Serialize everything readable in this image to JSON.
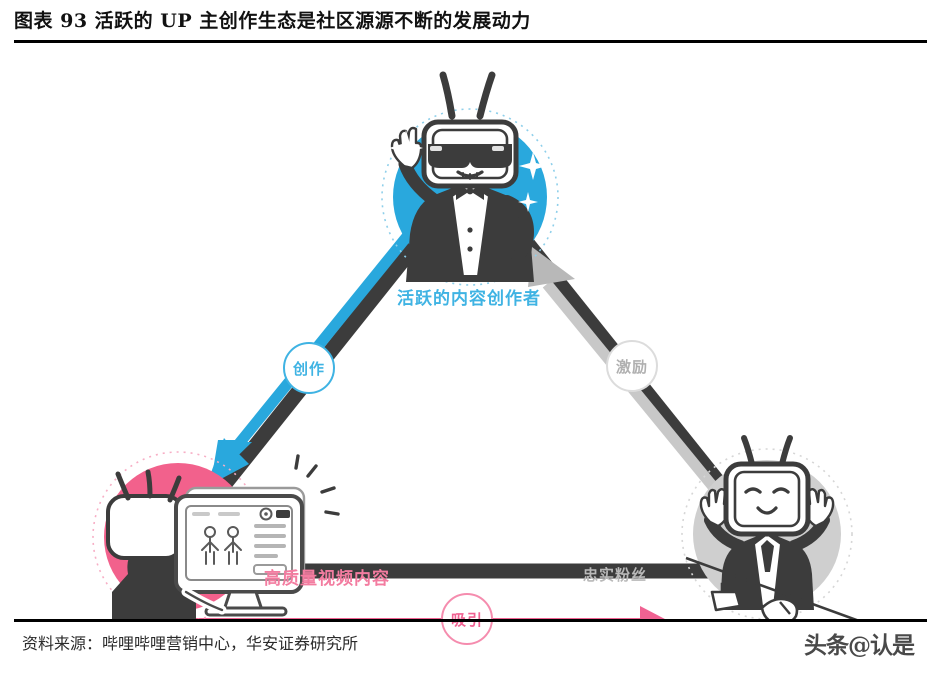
{
  "header": {
    "title": "图表 93 活跃的 UP 主创作生态是社区源源不断的发展动力"
  },
  "footer": {
    "source": "资料来源：哔哩哔哩营销中心，华安证券研究所",
    "watermark": "头条@认是"
  },
  "colors": {
    "blue": "#29a8dd",
    "blue_light": "#3fb3e3",
    "pink": "#f2618c",
    "pink_light": "#f37ca0",
    "gray": "#cfcfcf",
    "gray_label": "#b9b9b9",
    "dark": "#3c3c3c",
    "black": "#000000",
    "white": "#ffffff"
  },
  "diagram": {
    "type": "cycle-triangle",
    "nodes": [
      {
        "id": "creator",
        "label": "活跃的内容创作者",
        "color": "#29a8dd",
        "label_color": "#3fb3e3",
        "position": "top",
        "icon": "mascot-sunglasses-tuxedo-icon"
      },
      {
        "id": "content",
        "label": "高质量视频内容",
        "color": "#f2618c",
        "label_color": "#f37ca0",
        "position": "bottom-left",
        "icon": "mascot-at-computer-icon"
      },
      {
        "id": "fans",
        "label": "忠实粉丝",
        "color": "#cfcfcf",
        "label_color": "#b9b9b9",
        "position": "bottom-right",
        "icon": "mascot-happy-cheering-icon"
      }
    ],
    "edges": [
      {
        "id": "create",
        "label": "创作",
        "from": "creator",
        "to": "content",
        "color": "#3fb3e3",
        "direction": "down-left"
      },
      {
        "id": "attract",
        "label": "吸引",
        "from": "content",
        "to": "fans",
        "color": "#f06292",
        "direction": "right"
      },
      {
        "id": "reward",
        "label": "激励",
        "from": "fans",
        "to": "creator",
        "color": "#c8c8c8",
        "direction": "up-left"
      }
    ]
  }
}
